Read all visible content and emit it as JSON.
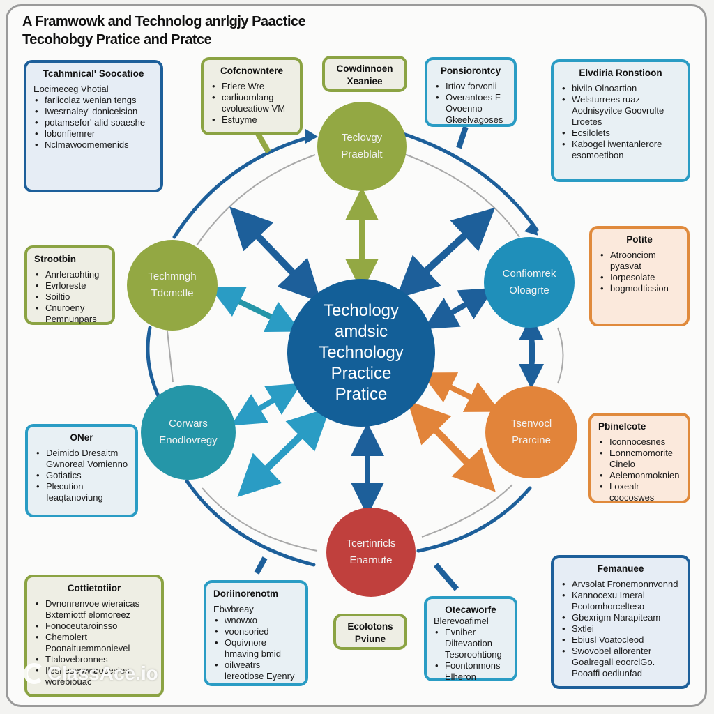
{
  "title": {
    "line1": "A Framwowk and Technolog anrlgjy Paactice",
    "line2": "Tecohobgy Pratice and Pratce"
  },
  "colors": {
    "dark_blue": "#1d5f9a",
    "cyan": "#2a9cc4",
    "teal": "#2596a8",
    "green": "#93a843",
    "orange": "#e2843a",
    "red": "#c0403d",
    "center_blue": "#135f98"
  },
  "center_node": {
    "lines": [
      "Techology",
      "amdsic",
      "Technology",
      "Practice",
      "Pratice"
    ]
  },
  "nodes": [
    {
      "id": "top",
      "color": "green",
      "lines": [
        "Teclovgy",
        "Praeblalt"
      ]
    },
    {
      "id": "left",
      "color": "green",
      "lines": [
        "Techmngh",
        "Tdcmctle"
      ]
    },
    {
      "id": "right",
      "color": "cyan",
      "lines": [
        "Confiomrek",
        "Oloagrte"
      ]
    },
    {
      "id": "lower-left",
      "color": "teal",
      "lines": [
        "Corwars",
        "Enodlovregy"
      ]
    },
    {
      "id": "lower-right",
      "color": "orange",
      "lines": [
        "Tsenvocl",
        "Prarcine"
      ]
    },
    {
      "id": "bottom",
      "color": "red",
      "lines": [
        "Tcertinricls",
        "Enarnute"
      ]
    }
  ],
  "boxes": [
    {
      "id": "technical-source",
      "title": "Tcahmnical' Soocatioe",
      "intro": "Eocimeceg Vhotial",
      "items": [
        "farlicolaz wenian tengs",
        "Iwesrnaley' doniceision",
        "potamsefor' alid soaeshe",
        "lobonfiemrer",
        "Nclmawoomemenids"
      ]
    },
    {
      "id": "cofcenowntere",
      "title": "Cofcnowntere",
      "intro": "",
      "items": [
        "Friere Wre",
        "carliuornlang cvolueatiow VM",
        "Estuyme"
      ]
    },
    {
      "id": "coordination-xeanee",
      "title": "Cowdinnoen Xeaniee",
      "intro": "",
      "items": []
    },
    {
      "id": "ponsiorontic",
      "title": "Ponsiorontcy",
      "intro": "",
      "items": [
        "Irtiov forvonii",
        "Overantoes F Ovoenno Gkeelvagoses"
      ]
    },
    {
      "id": "elvdiria-ronstioon",
      "title": "Elvdiria Ronstioon",
      "intro": "",
      "items": [
        "bivilo Olnoartion",
        "Welsturrees ruaz Aodnisyvilce Goovrulte Lroetes",
        "Ecsilolets",
        "Kabogel iwentanlerore esomoetibon"
      ]
    },
    {
      "id": "strootbin",
      "title": "Strootbin",
      "intro": "",
      "items": [
        "Anrleraohting",
        "Evrloreste",
        "Soiltio",
        "Cnuroeny Pemnunpars"
      ]
    },
    {
      "id": "potite",
      "title": "Potite",
      "intro": "",
      "items": [
        "Atroonciom pyasvat",
        "Iorpesolate",
        "bogmodticsion"
      ]
    },
    {
      "id": "onier",
      "title": "ONer",
      "intro": "",
      "items": [
        "Deimido Dresaitm Gwnoreal Vomienno",
        "Gotiatics",
        "Plecution Ieaqtanoviung"
      ]
    },
    {
      "id": "pbinelotee",
      "title": "Pbinelcote",
      "intro": "",
      "items": [
        "Iconnocesnes",
        "Eonncmomorite Cinelo",
        "Aelemonmoknien",
        "Loxealr coocoswes"
      ]
    },
    {
      "id": "cotitetotiior",
      "title": "Cottietotiior",
      "intro": "",
      "items": [
        "Dvnonrenvoe wieraicas Bxtemiottf elomoreez",
        "Fonoceutaroinsso",
        "Chemolert Poonaituemmonievel",
        "Ttalovebronnes",
        "Ilesnesepwarocesies woreblouac"
      ]
    },
    {
      "id": "doriinorenotm",
      "title": "Doriinorenotm",
      "intro": "Ebwbreay",
      "items": [
        "wnowxo",
        "voonsoried",
        "Oquivnore hmaving bmid",
        "oilweatrs lereotiose Eyenry"
      ]
    },
    {
      "id": "ecolotons-pviune",
      "title": "Ecolotons Pviune",
      "intro": "",
      "items": []
    },
    {
      "id": "otecaworte",
      "title": "Otecaworfe",
      "intro": "Blerevoafimel",
      "items": [
        "Evniber Diltevaotion Tesoroohtiong",
        "Foontonmons Elheron"
      ]
    },
    {
      "id": "femanuee",
      "title": "Femanuee",
      "intro": "",
      "items": [
        "Arvsolat Fronemonnvonnd",
        "Kannocexu Imeral Pcotomhorcelteso",
        "Gbexrigm Narapiteam",
        "Sxtlei",
        "Ebiusl Voatocleod",
        "Swovobel allorenter Goalregall eoorclGo. Pooaffi oediunfad"
      ]
    }
  ],
  "watermark": {
    "text": "ClassAce.io"
  }
}
